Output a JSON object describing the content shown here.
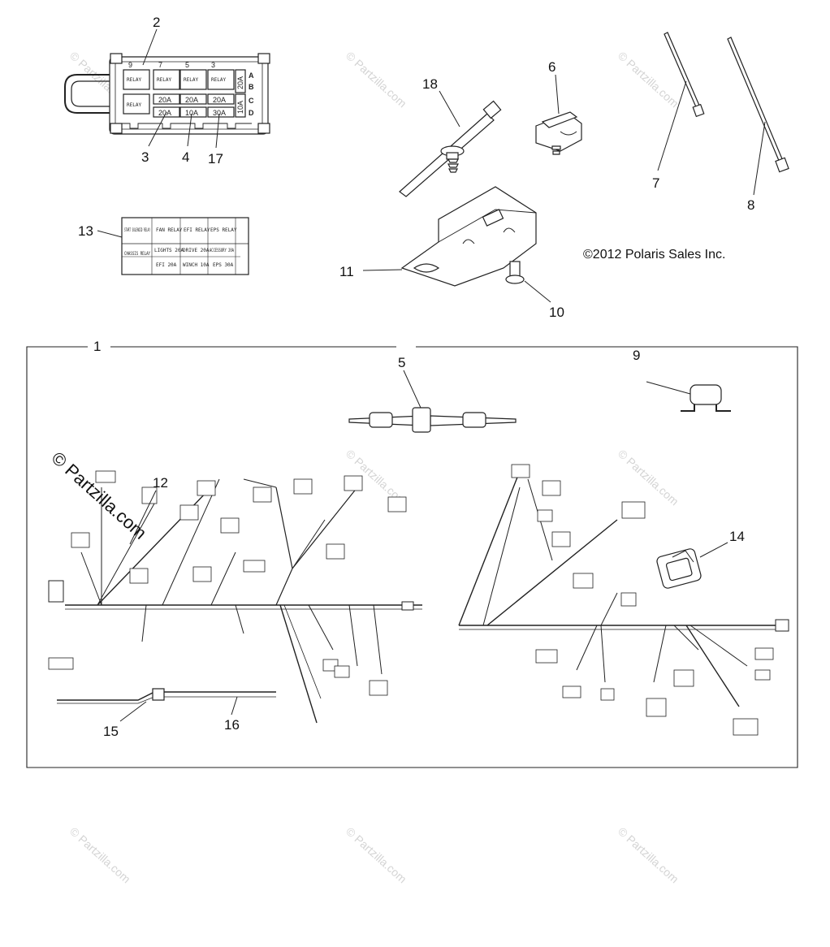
{
  "callouts": {
    "c1": "1",
    "c2": "2",
    "c3": "3",
    "c4": "4",
    "c5": "5",
    "c6": "6",
    "c7": "7",
    "c8": "8",
    "c9": "9",
    "c10": "10",
    "c11": "11",
    "c12": "12",
    "c13": "13",
    "c14": "14",
    "c15": "15",
    "c16": "16",
    "c17": "17",
    "c18": "18"
  },
  "copyright": "©2012 Polaris Sales Inc.",
  "watermark": "© Partzilla.com",
  "fuse_box": {
    "positions_top": [
      "9",
      "7",
      "5",
      "3"
    ],
    "relay_label": "RELAY",
    "row_letters": [
      "A",
      "B",
      "C",
      "D"
    ],
    "fuses_row_c": [
      "20A",
      "20A",
      "20A"
    ],
    "fuses_row_d": [
      "20A",
      "10A",
      "30A"
    ],
    "side_fuses": [
      "20A",
      "10A"
    ]
  },
  "label_13": {
    "cells": [
      "START SOLENOID RELAY",
      "FAN RELAY",
      "EFI RELAY",
      "EPS RELAY",
      "CHASSIS RELAY",
      "LIGHTS 20A",
      "DRIVE 20A",
      "ACCESSORY 20A",
      "EFI 20A",
      "WINCH 10A",
      "EPS 30A"
    ]
  }
}
